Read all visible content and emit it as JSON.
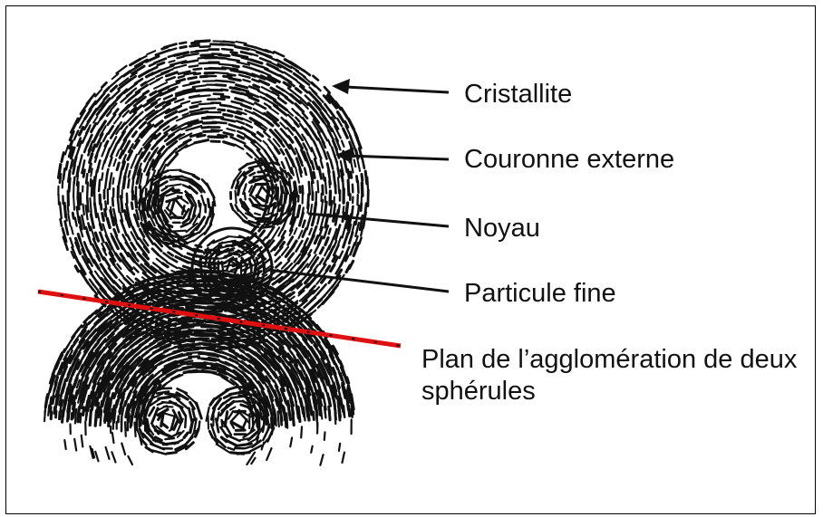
{
  "labels": {
    "cristallite": "Cristallite",
    "couronne": "Couronne externe",
    "noyau": "Noyau",
    "particule": "Particule fine",
    "plan": "Plan de l’agglomération de deux sphérules"
  },
  "colors": {
    "ink": "#111111",
    "plane": "#e01010"
  }
}
